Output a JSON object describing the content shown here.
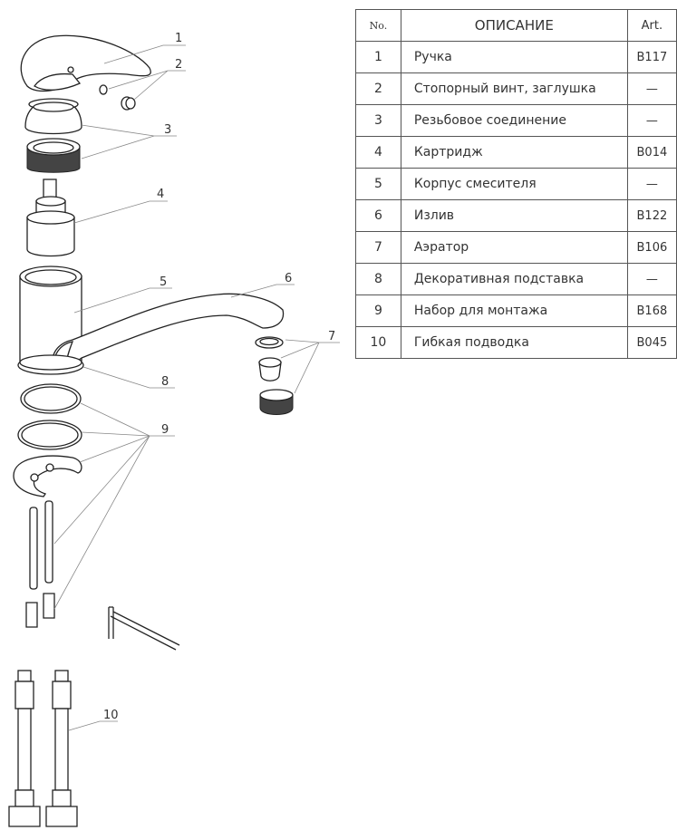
{
  "table": {
    "headers": {
      "no": "No.",
      "description": "ОПИСАНИЕ",
      "art": "Art."
    },
    "rows": [
      {
        "no": "1",
        "description": "Ручка",
        "art": "B117"
      },
      {
        "no": "2",
        "description": "Стопорный винт, заглушка",
        "art": "—"
      },
      {
        "no": "3",
        "description": "Резьбовое соединение",
        "art": "—"
      },
      {
        "no": "4",
        "description": "Картридж",
        "art": "B014"
      },
      {
        "no": "5",
        "description": "Корпус смесителя",
        "art": "—"
      },
      {
        "no": "6",
        "description": "Излив",
        "art": "B122"
      },
      {
        "no": "7",
        "description": "Аэратор",
        "art": "B106"
      },
      {
        "no": "8",
        "description": "Декоративная подставка",
        "art": "—"
      },
      {
        "no": "9",
        "description": "Набор для монтажа",
        "art": "B168"
      },
      {
        "no": "10",
        "description": "Гибкая подводка",
        "art": "B045"
      }
    ]
  },
  "diagram": {
    "callouts": {
      "c1": "1",
      "c2": "2",
      "c3": "3",
      "c4": "4",
      "c5": "5",
      "c6": "6",
      "c7": "7",
      "c8": "8",
      "c9": "9",
      "c10": "10"
    }
  }
}
